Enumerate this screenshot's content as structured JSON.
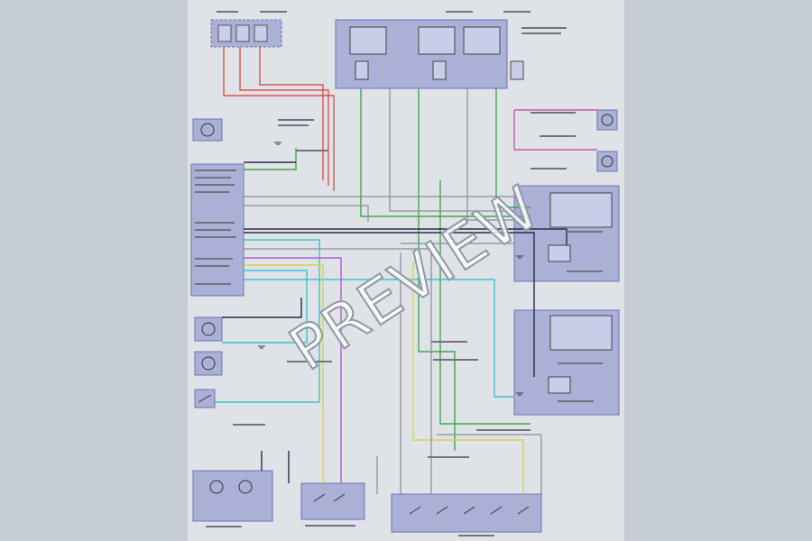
{
  "watermark": {
    "text": "PREVIEW"
  },
  "colors": {
    "background": "#c5ccd3",
    "sheet": "#dfe3e7",
    "module_fill": "#aab0d6",
    "module_stroke": "#6c73b3",
    "wire_red": "#d9534f",
    "wire_green": "#3ea94f",
    "wire_cyan": "#3ec3c9",
    "wire_purple": "#b45ad6",
    "wire_yellow": "#d8d24a",
    "wire_magenta": "#c85aa8",
    "wire_dark": "#2a2a4a",
    "wire_gray": "#8a8a9a"
  },
  "components": [
    {
      "id": "instrument-fuse-block",
      "icon": "fuse-block-icon"
    },
    {
      "id": "underhood-fuse-relay-box",
      "icon": "relay-box-icon"
    },
    {
      "id": "body-control-module",
      "icon": "module-connector-icon"
    },
    {
      "id": "left-headlight-unit",
      "icon": "headlight-icon"
    },
    {
      "id": "right-headlight-unit",
      "icon": "headlight-icon"
    },
    {
      "id": "left-front-turn-lamp",
      "icon": "lamp-icon"
    },
    {
      "id": "left-rear-turn-lamp",
      "icon": "lamp-icon"
    },
    {
      "id": "hazard-switch",
      "icon": "switch-icon"
    },
    {
      "id": "light-sensor",
      "icon": "sensor-icon"
    },
    {
      "id": "instrument-cluster",
      "icon": "gauge-icon"
    },
    {
      "id": "turn-signal-switch",
      "icon": "switch-icon"
    },
    {
      "id": "headlight-switch",
      "icon": "switch-icon"
    }
  ]
}
